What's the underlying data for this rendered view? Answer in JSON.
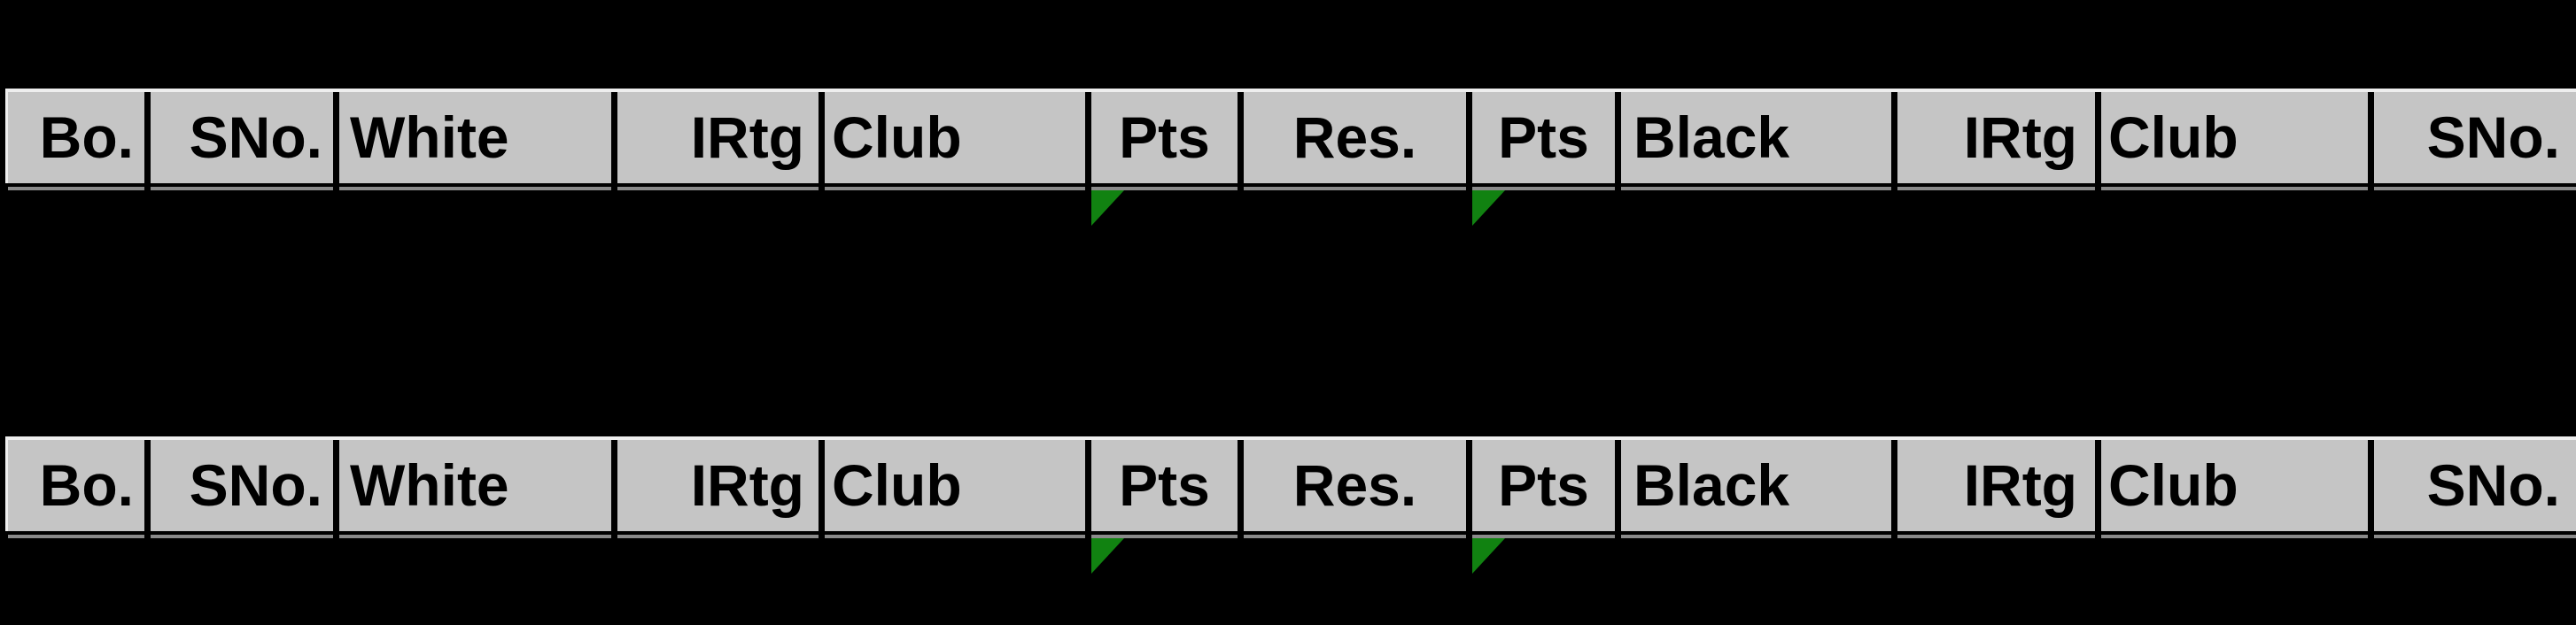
{
  "table": {
    "description_rows": 2,
    "rows": [
      {
        "labels": [
          "Bo.",
          "SNo.",
          "White",
          "IRtg",
          "Club",
          "Pts",
          "Res.",
          "Pts",
          "Black",
          "IRtg",
          "Club",
          "SNo."
        ]
      },
      {
        "labels": [
          "Bo.",
          "SNo.",
          "White",
          "IRtg",
          "Club",
          "Pts",
          "Res.",
          "Pts",
          "Black",
          "IRtg",
          "Club",
          "SNo."
        ]
      }
    ],
    "green_triangle_marker_column_indexes": [
      5,
      7
    ],
    "colors": {
      "background": "#000000",
      "header_cell_bg": "#c5c5c5",
      "header_text": "#000000",
      "row_top_border": "#eeeeee",
      "gridline": "#8a8a8a",
      "marker_green": "#118211"
    }
  }
}
